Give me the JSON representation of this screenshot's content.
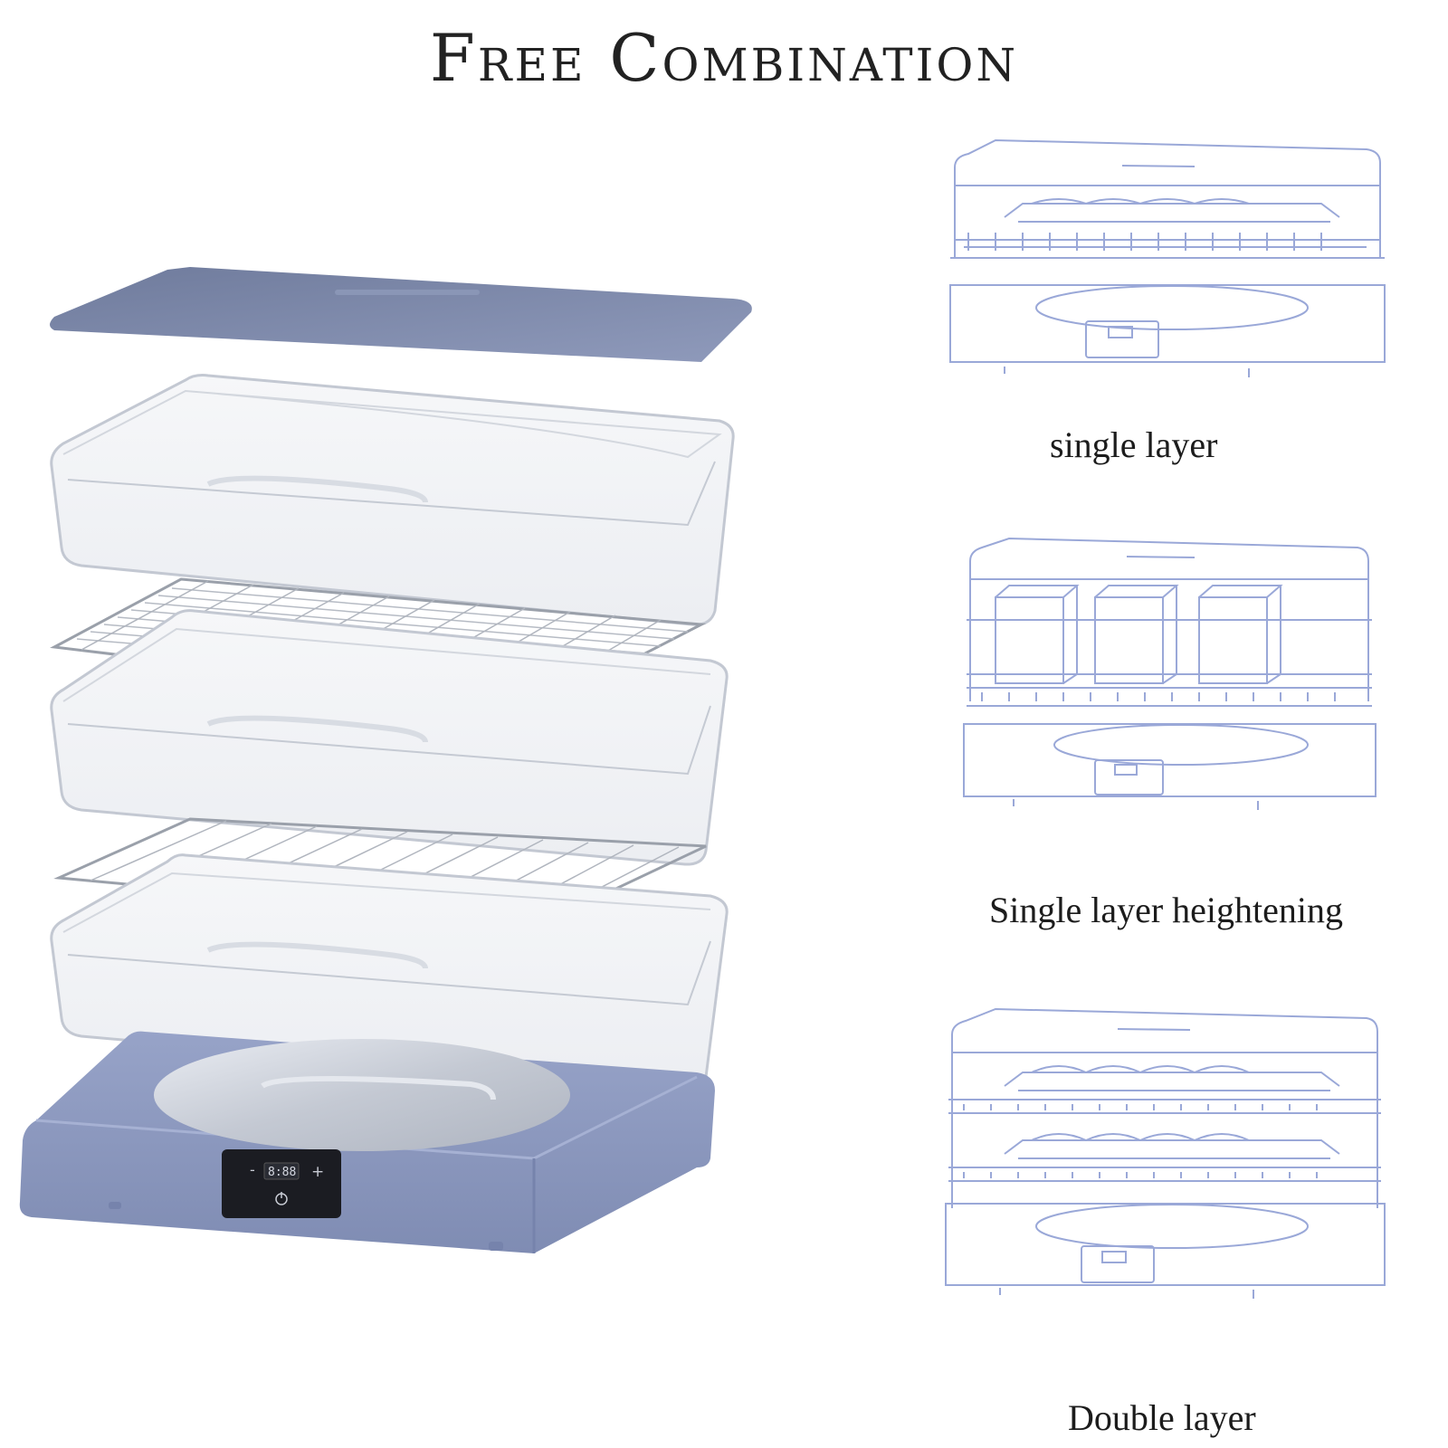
{
  "title": "Free Combination",
  "product": {
    "display_text": "8:88",
    "minus_symbol": "-",
    "plus_symbol": "+",
    "lid_color": "#7e8aab",
    "base_color": "#8d9ac0",
    "panel_color": "#1b1c22",
    "tray_outline_color": "#c7ccd4",
    "line_drawing_color": "#9aa8d8"
  },
  "configurations": [
    {
      "label": "single layer",
      "icon": "dehydrator-single-layer-drawing"
    },
    {
      "label": "Single layer heightening",
      "icon": "dehydrator-heightened-drawing"
    },
    {
      "label": "Double layer",
      "icon": "dehydrator-double-layer-drawing"
    }
  ]
}
